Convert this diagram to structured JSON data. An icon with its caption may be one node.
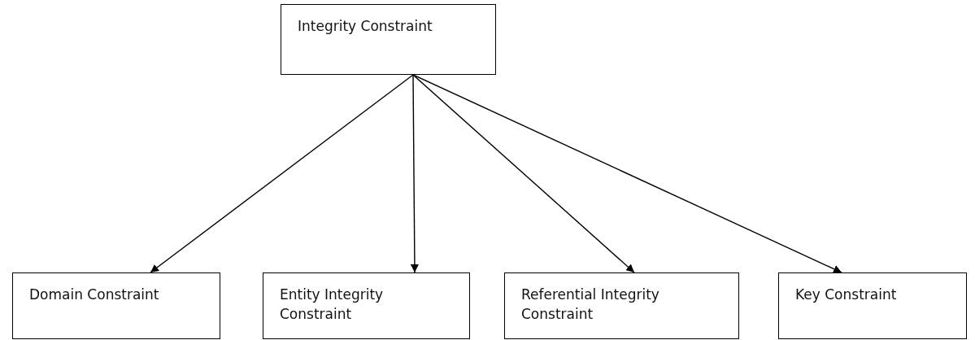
{
  "diagram": {
    "nodes": [
      {
        "text": [
          "Integrity Constraint"
        ]
      },
      {
        "text": [
          "Domain Constraint"
        ]
      },
      {
        "text": [
          "Entity Integrity Constraint"
        ]
      },
      {
        "text": [
          "Referential Integrity Constraint"
        ]
      },
      {
        "text": [
          "Key Constraint"
        ]
      }
    ],
    "edges": [
      {
        "from": 0,
        "to": 1,
        "arrow": "to"
      },
      {
        "from": 0,
        "to": 2,
        "arrow": "to"
      },
      {
        "from": 0,
        "to": 3,
        "arrow": "to"
      },
      {
        "from": 0,
        "to": 4,
        "arrow": "to"
      }
    ]
  }
}
